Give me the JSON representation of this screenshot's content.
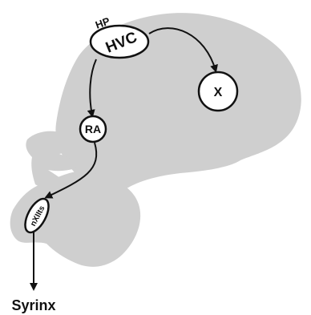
{
  "nodes": {
    "hp": "HP",
    "hvc": "HVC",
    "x": "X",
    "ra": "RA",
    "nxiits": "nXIIts"
  },
  "output": "Syrinx",
  "colors": {
    "brain": "#cfcfcf",
    "outline": "#111111",
    "background": "#ffffff"
  }
}
